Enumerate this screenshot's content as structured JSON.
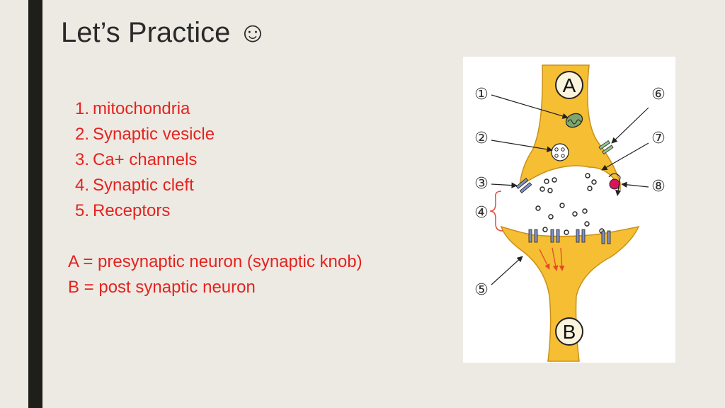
{
  "slide": {
    "title": "Let’s Practice ☺",
    "terms": [
      {
        "num": "1.",
        "label": "mitochondria"
      },
      {
        "num": "2.",
        "label": "Synaptic vesicle"
      },
      {
        "num": "3.",
        "label": "Ca+ channels"
      },
      {
        "num": "4.",
        "label": "Synaptic cleft"
      },
      {
        "num": "5.",
        "label": "Receptors"
      }
    ],
    "definitions": [
      "A = presynaptic neuron (synaptic knob)",
      "B = post synaptic neuron"
    ]
  },
  "diagram": {
    "neuron_a_label": "A",
    "neuron_b_label": "B",
    "callouts": [
      "①",
      "②",
      "③",
      "④",
      "⑤",
      "⑥",
      "⑦",
      "⑧"
    ],
    "colors": {
      "neuron_fill": "#f5be33",
      "neuron_outline": "#c9901a",
      "text_red": "#e42320",
      "channel_blue": "#7f8fc2",
      "channel_green": "#8fc38f",
      "pump_magenta": "#d6165c"
    }
  }
}
